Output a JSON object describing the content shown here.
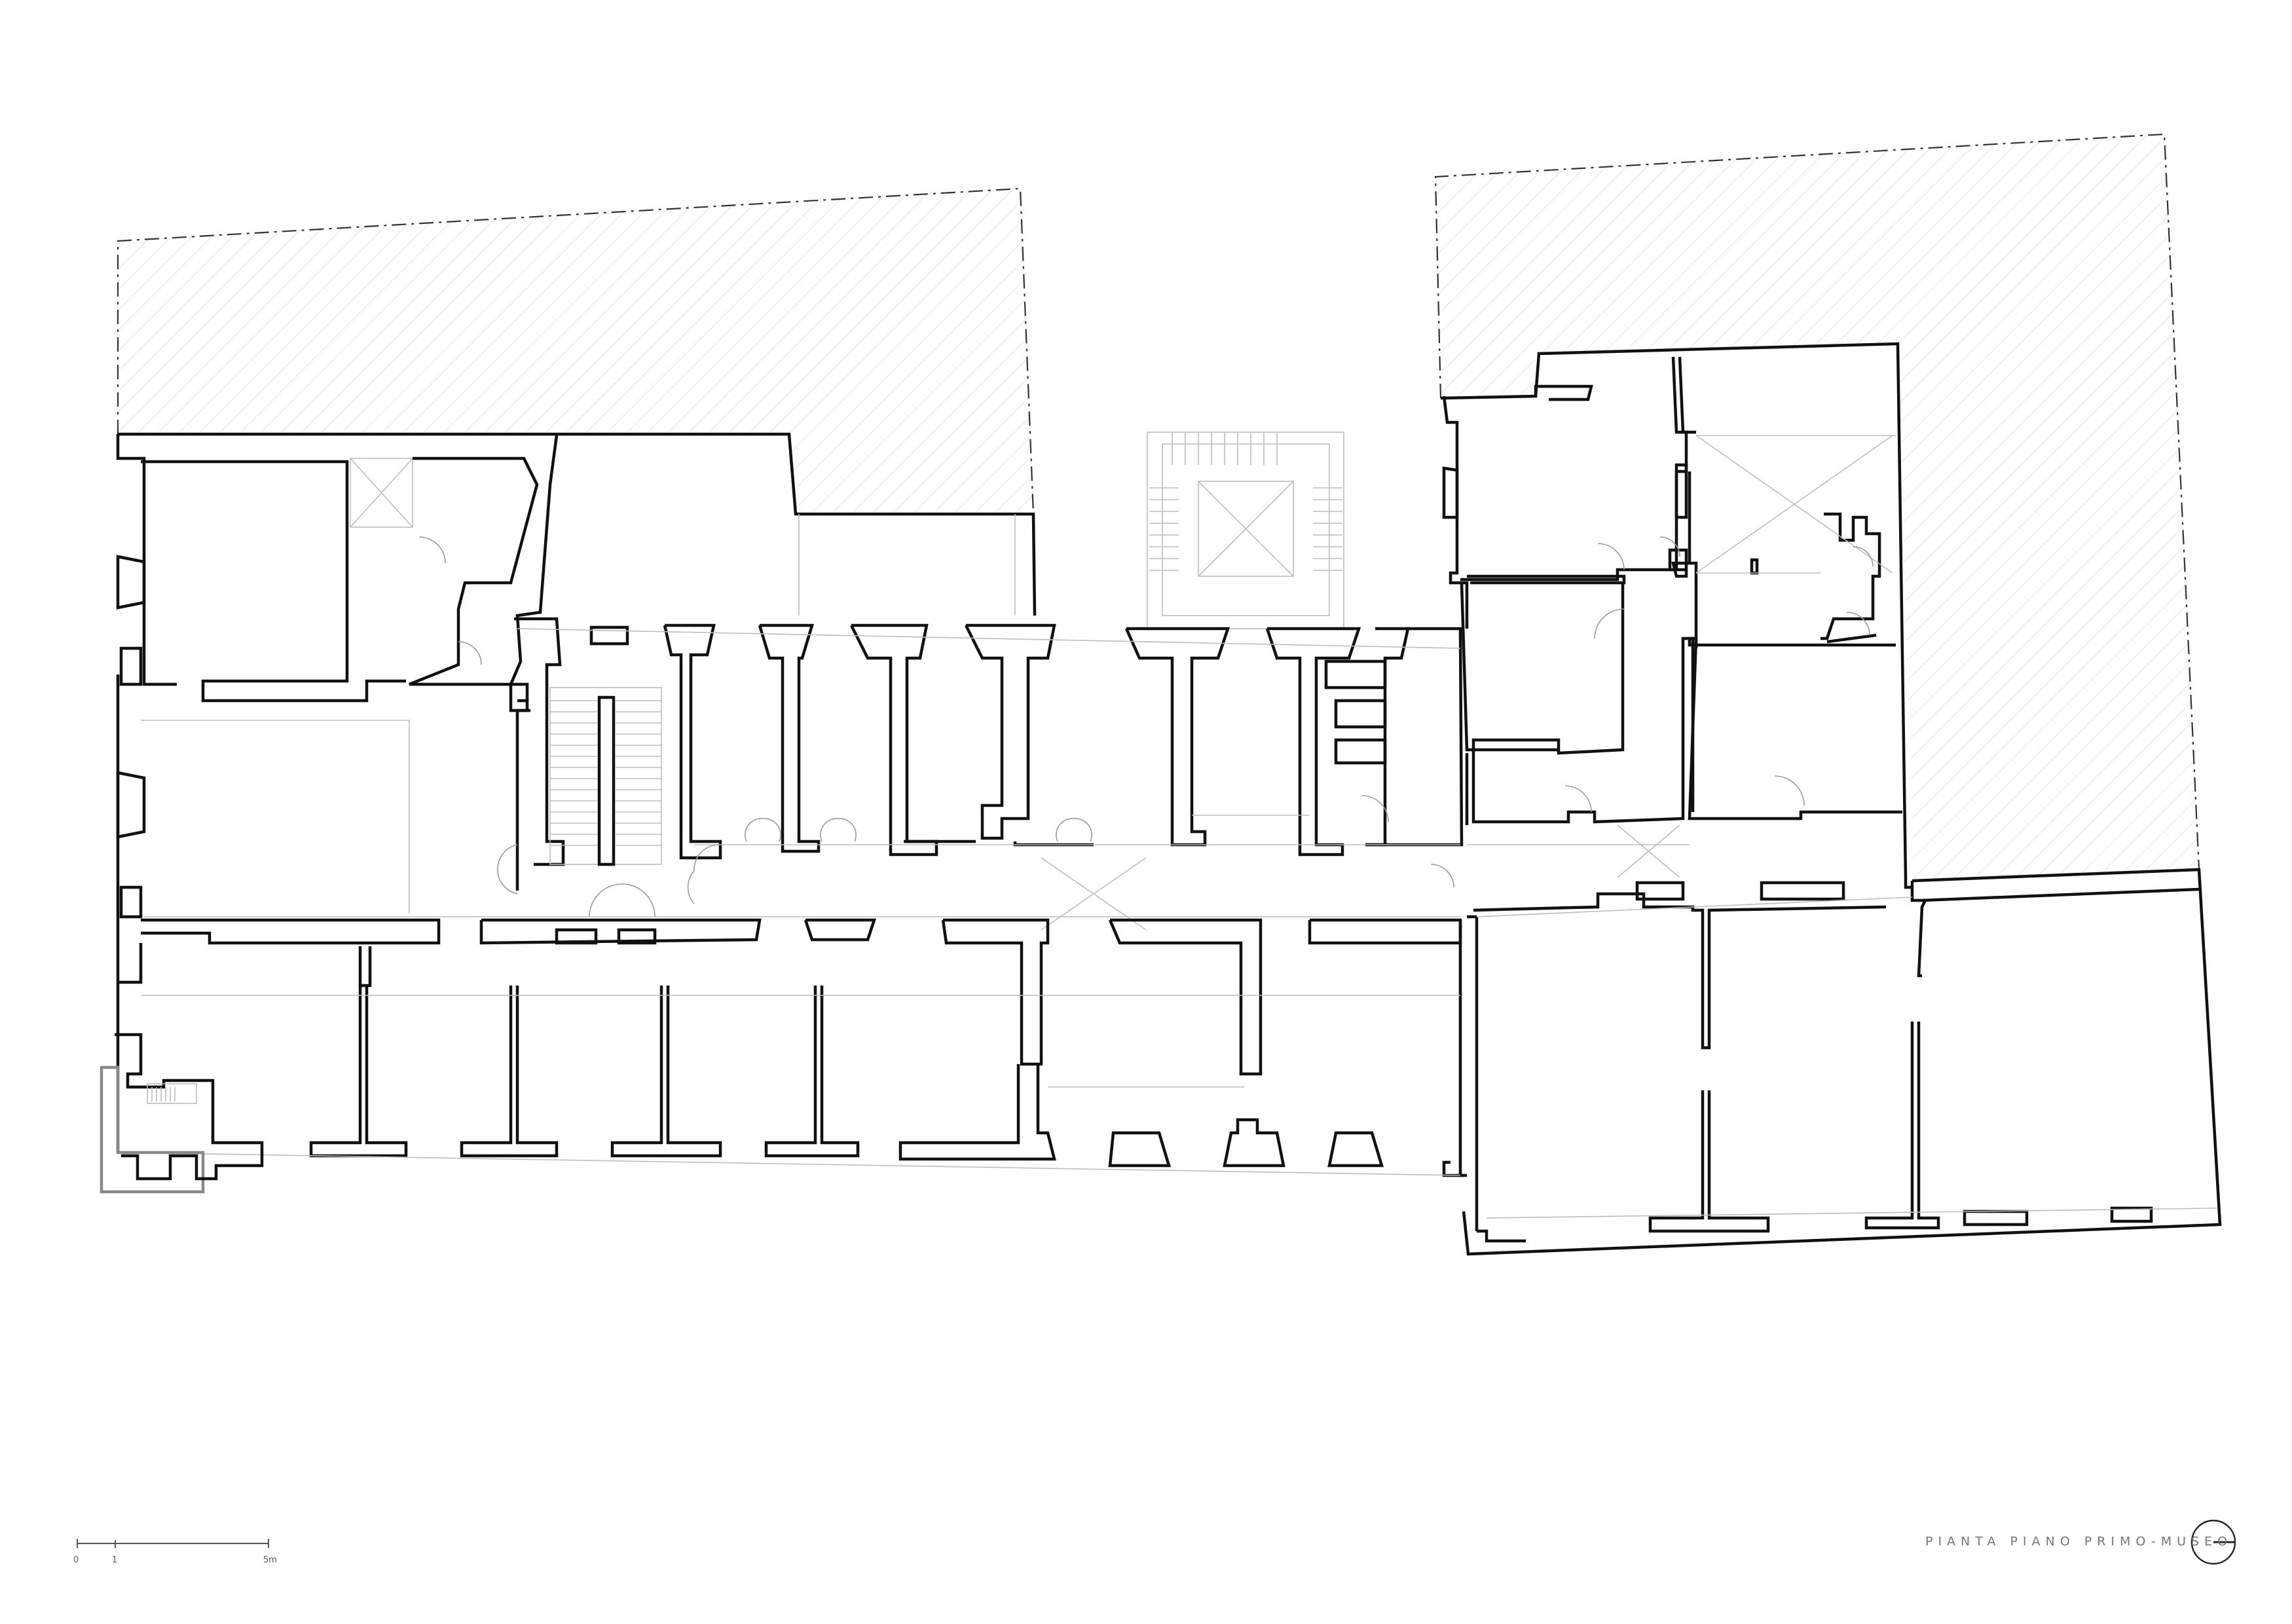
{
  "drawing": {
    "title": "PIANTA PIANO PRIMO-MUSEO"
  },
  "scale_bar": {
    "ticks": [
      "0",
      "1",
      "5m"
    ]
  },
  "north_arrow": {
    "icon": "north-arrow-icon"
  }
}
